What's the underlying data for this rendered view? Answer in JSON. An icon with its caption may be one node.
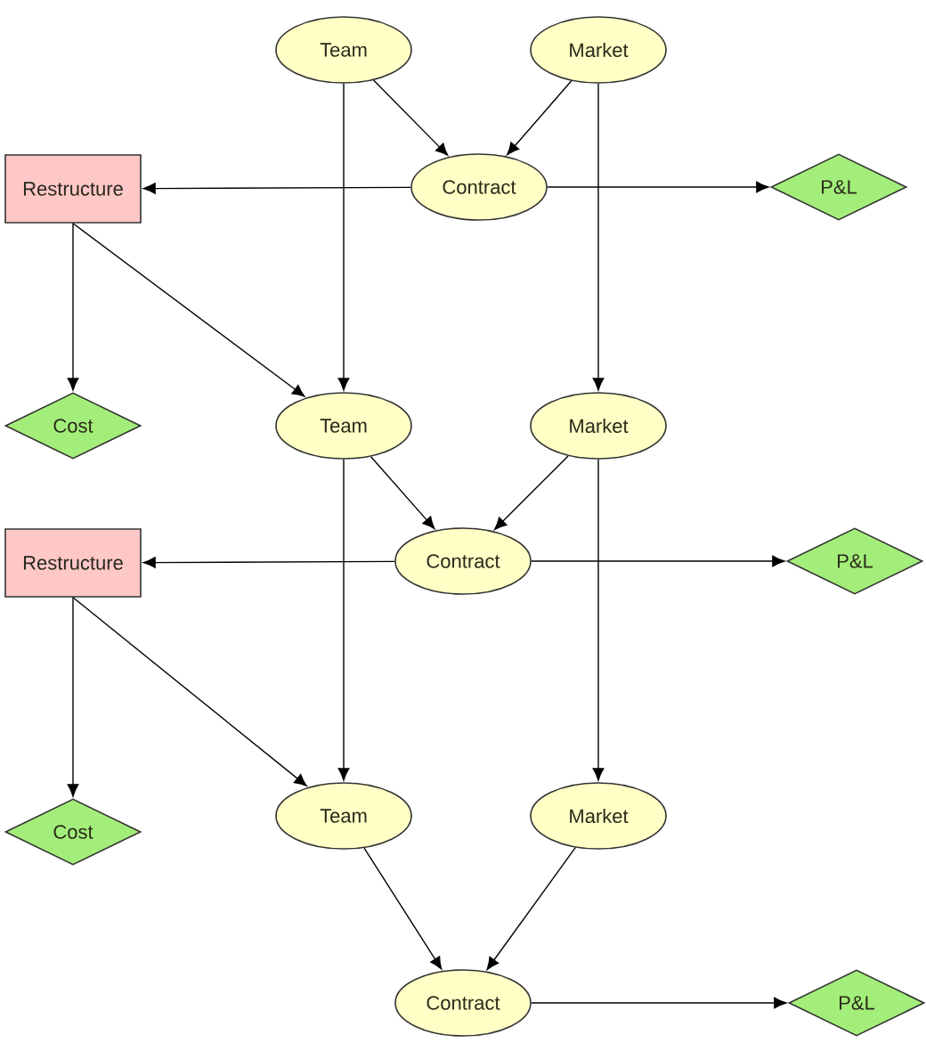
{
  "diagram": {
    "nodes": [
      {
        "text": [
          "Team"
        ]
      },
      {
        "text": [
          "Market"
        ]
      },
      {
        "text": [
          "Restructure"
        ]
      },
      {
        "text": [
          "Contract"
        ]
      },
      {
        "text": [
          "P&L"
        ]
      },
      {
        "text": [
          "Cost"
        ]
      },
      {
        "text": [
          "Team"
        ]
      },
      {
        "text": [
          "Market"
        ]
      },
      {
        "text": [
          "Restructure"
        ]
      },
      {
        "text": [
          "Contract"
        ]
      },
      {
        "text": [
          "P&L"
        ]
      },
      {
        "text": [
          "Cost"
        ]
      },
      {
        "text": [
          "Team"
        ]
      },
      {
        "text": [
          "Market"
        ]
      },
      {
        "text": [
          "Contract"
        ]
      },
      {
        "text": [
          "P&L"
        ]
      }
    ],
    "edges": [
      {
        "from": 0,
        "to": 3,
        "arrow": "to"
      },
      {
        "from": 1,
        "to": 3,
        "arrow": "to"
      },
      {
        "from": 3,
        "to": 2,
        "arrow": "to"
      },
      {
        "from": 3,
        "to": 4,
        "arrow": "to"
      },
      {
        "from": 0,
        "to": 6,
        "arrow": "to"
      },
      {
        "from": 1,
        "to": 7,
        "arrow": "to"
      },
      {
        "from": 2,
        "to": 5,
        "arrow": "to"
      },
      {
        "from": 2,
        "to": 6,
        "arrow": "to"
      },
      {
        "from": 6,
        "to": 9,
        "arrow": "to"
      },
      {
        "from": 7,
        "to": 9,
        "arrow": "to"
      },
      {
        "from": 9,
        "to": 8,
        "arrow": "to"
      },
      {
        "from": 9,
        "to": 10,
        "arrow": "to"
      },
      {
        "from": 6,
        "to": 12,
        "arrow": "to"
      },
      {
        "from": 7,
        "to": 13,
        "arrow": "to"
      },
      {
        "from": 8,
        "to": 11,
        "arrow": "to"
      },
      {
        "from": 8,
        "to": 12,
        "arrow": "to"
      },
      {
        "from": 12,
        "to": 14,
        "arrow": "to"
      },
      {
        "from": 13,
        "to": 14,
        "arrow": "to"
      },
      {
        "from": 14,
        "to": 15,
        "arrow": "to"
      }
    ]
  }
}
